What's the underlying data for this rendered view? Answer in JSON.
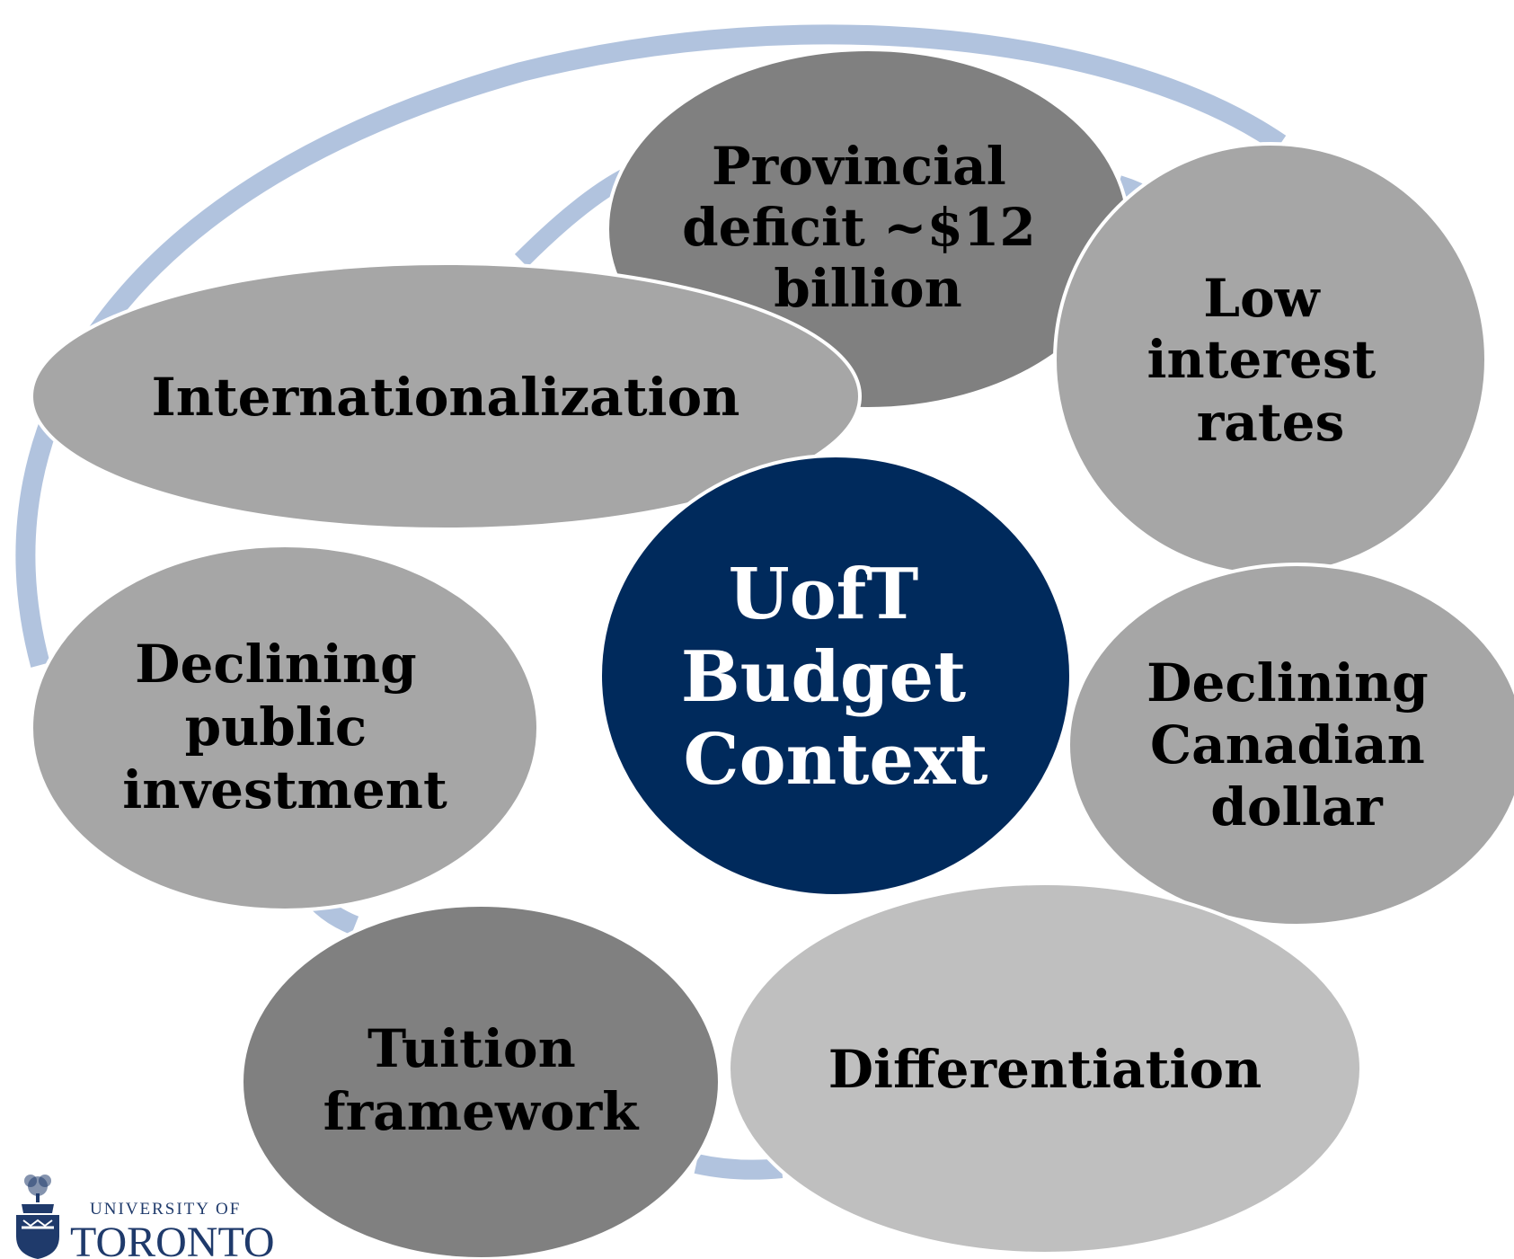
{
  "colors": {
    "ring": "#b1c3de",
    "center_fill": "#002a5c",
    "dark_grey": "#808080",
    "mid_grey": "#a6a6a6",
    "light_grey": "#bfbfbf",
    "logo_blue": "#1f3a6b"
  },
  "center": {
    "lines": [
      "UofT",
      "Budget",
      "Context"
    ]
  },
  "nodes": [
    {
      "id": "provincial-deficit",
      "lines": [
        "Provincial",
        "deficit ~$12",
        "billion"
      ]
    },
    {
      "id": "low-interest-rates",
      "lines": [
        "Low",
        "interest",
        "rates"
      ]
    },
    {
      "id": "declining-canadian-dollar",
      "lines": [
        "Declining",
        "Canadian",
        "dollar"
      ]
    },
    {
      "id": "differentiation",
      "lines": [
        "Differentiation"
      ]
    },
    {
      "id": "tuition-framework",
      "lines": [
        "Tuition",
        "framework"
      ]
    },
    {
      "id": "declining-public-investment",
      "lines": [
        "Declining",
        "public",
        "investment"
      ]
    },
    {
      "id": "internationalization",
      "lines": [
        "Internationalization"
      ]
    }
  ],
  "logo": {
    "line1": "UNIVERSITY OF",
    "line2": "TORONTO",
    "icon": "university-crest-icon"
  }
}
